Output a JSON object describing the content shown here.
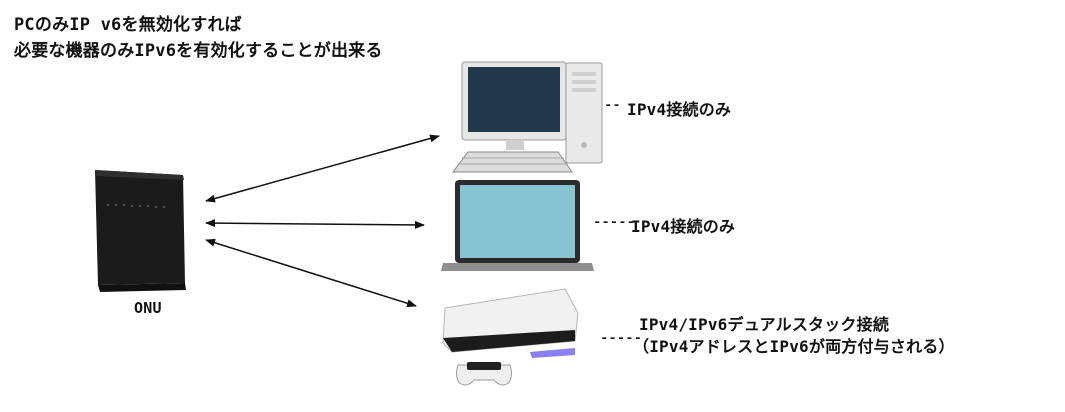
{
  "title_line1": "PCのみIP v6を無効化すれば",
  "title_line2": "必要な機器のみIPv6を有効化することが出来る",
  "onu_label": "ONU",
  "devices": [
    {
      "name": "desktop-pc",
      "dash": "--",
      "label": "IPv4接続のみ",
      "label2": ""
    },
    {
      "name": "laptop",
      "dash": "-----",
      "label": "IPv4接続のみ",
      "label2": ""
    },
    {
      "name": "game-console",
      "dash": "-----",
      "label": "IPv4/IPv6デュアルスタック接続",
      "label2": "（IPv4アドレスとIPv6が両方付与される）"
    }
  ]
}
